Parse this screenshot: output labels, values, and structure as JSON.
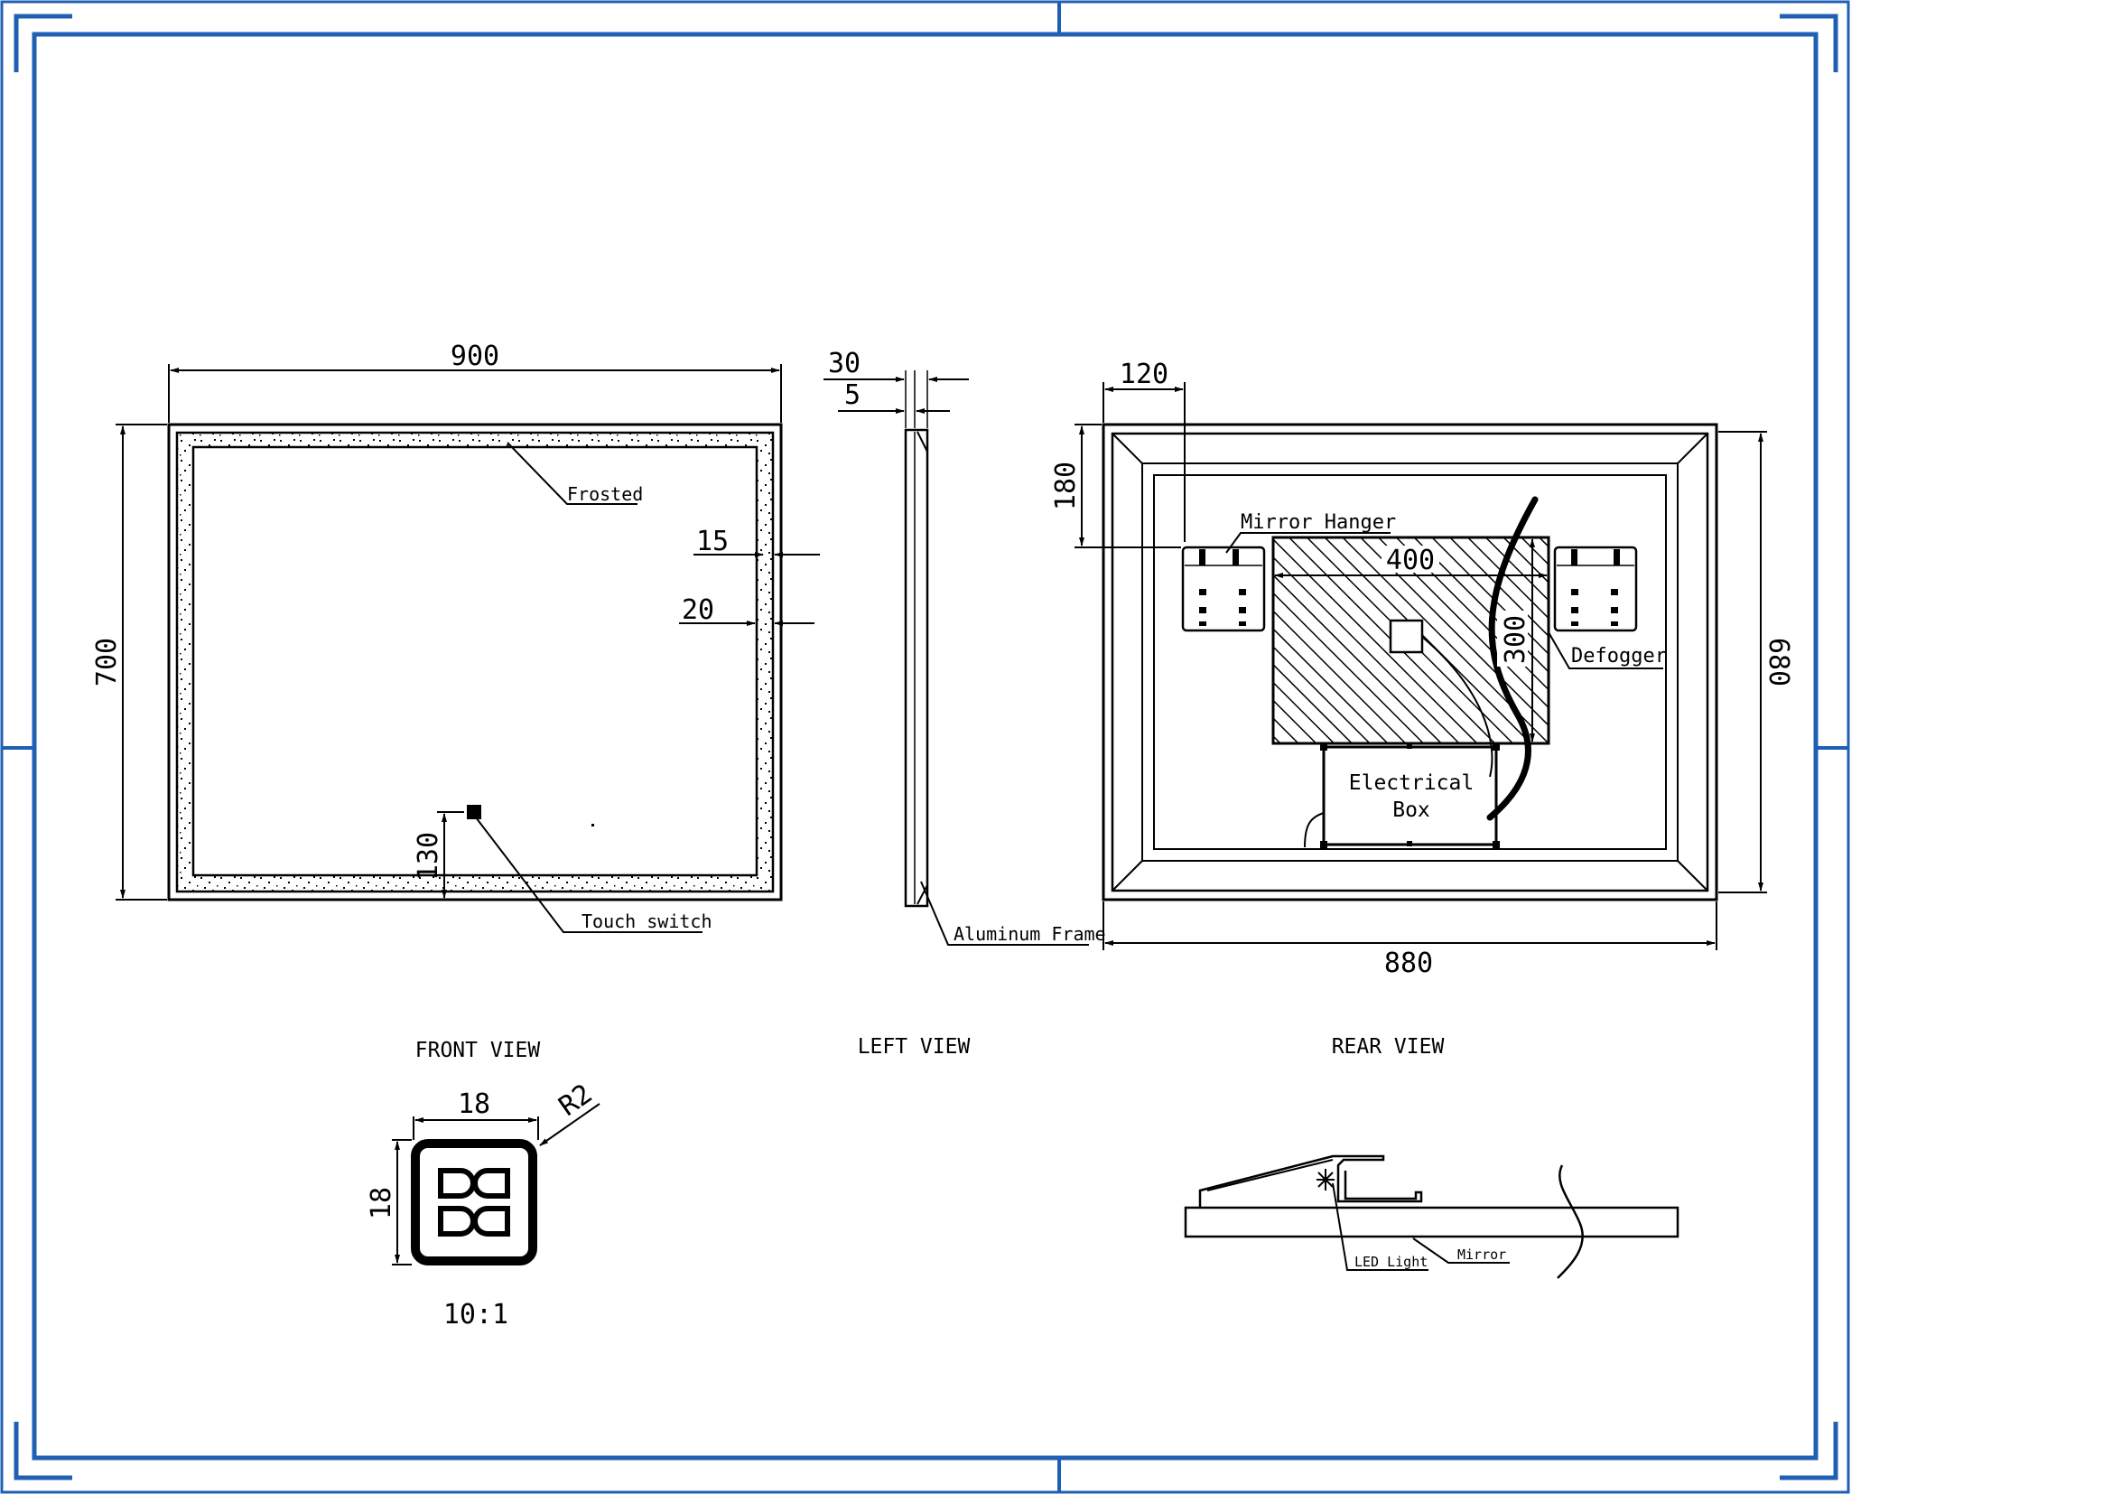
{
  "colors": {
    "border": "#1f5fb4",
    "ink": "#000000",
    "paper": "#ffffff"
  },
  "front_view": {
    "title": "FRONT VIEW",
    "width": "900",
    "height": "700",
    "frosted_border_1": "15",
    "frosted_border_2": "20",
    "switch_offset": "130",
    "label_frosted": "Frosted",
    "label_touch_switch": "Touch switch"
  },
  "left_view": {
    "title": "LEFT VIEW",
    "depth": "30",
    "frame_thickness": "5",
    "label_frame": "Aluminum Frame"
  },
  "rear_view": {
    "title": "REAR VIEW",
    "width": "880",
    "height": "680",
    "hanger_offset_x": "120",
    "hanger_offset_y": "180",
    "defogger_width": "400",
    "defogger_height": "300",
    "label_hanger": "Mirror Hanger",
    "label_defogger": "Defogger",
    "label_box_1": "Electrical",
    "label_box_2": "Box"
  },
  "switch_detail": {
    "width": "18",
    "height": "18",
    "radius": "R2",
    "scale": "10:1"
  },
  "section": {
    "label_led": "LED Light",
    "label_mirror": "Mirror"
  }
}
